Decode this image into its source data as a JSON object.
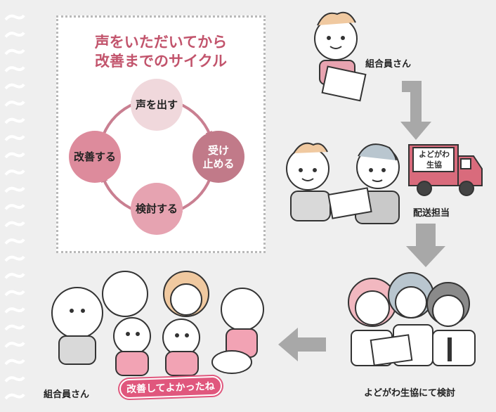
{
  "cycle": {
    "title_line1": "声をいただいてから",
    "title_line2": "改善までのサイクル",
    "steps": [
      {
        "label": "声を出す",
        "color": "#f0d8dc"
      },
      {
        "label": "受け\n止める",
        "color": "#c17a89"
      },
      {
        "label": "検討する",
        "color": "#e6a3b1"
      },
      {
        "label": "改善する",
        "color": "#dd8b9c"
      }
    ],
    "arrow_color": "#c97f91"
  },
  "scene": {
    "member_top_caption": "組合員さん",
    "truck_line1": "よどがわ",
    "truck_line2": "生協",
    "delivery_caption": "配送担当",
    "review_caption": "よどがわ生協にて検討",
    "member_bottom_caption": "組合員さん",
    "happy_badge": "改善してよかったね"
  },
  "colors": {
    "accent": "#c2546c",
    "badge": "#e0577d",
    "flow_arrow": "#a8a8a8"
  }
}
